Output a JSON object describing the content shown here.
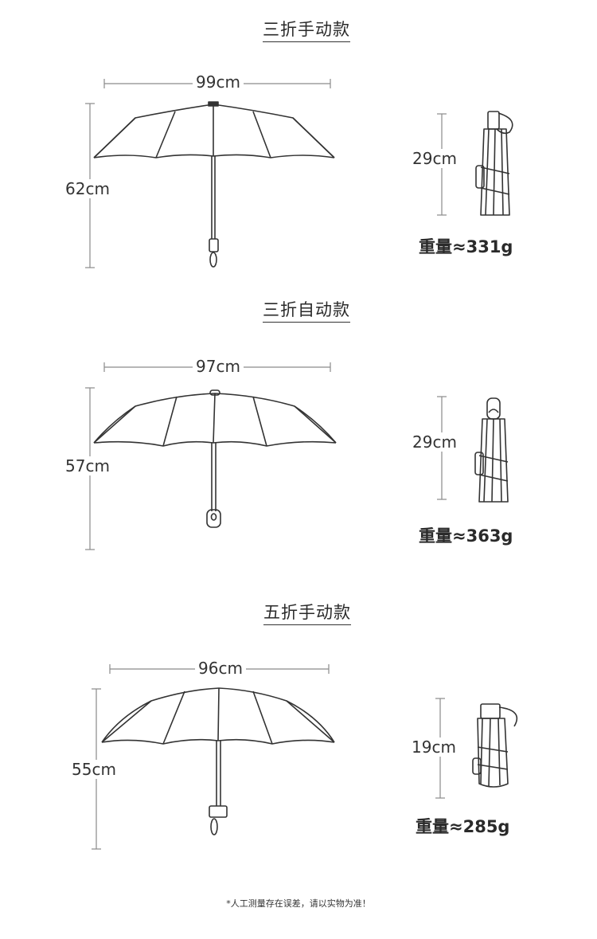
{
  "sections": [
    {
      "title": "三折手动款",
      "width": "99cm",
      "height": "62cm",
      "folded_length": "29cm",
      "weight": "重量≈331g"
    },
    {
      "title": "三折自动款",
      "width": "97cm",
      "height": "57cm",
      "folded_length": "29cm",
      "weight": "重量≈363g"
    },
    {
      "title": "五折手动款",
      "width": "96cm",
      "height": "55cm",
      "folded_length": "19cm",
      "weight": "重量≈285g"
    }
  ],
  "footnote": "*人工测量存在误差，请以实物为准！",
  "colors": {
    "line": "#333333",
    "dim_line": "#8a8a8a",
    "text": "#2a2a2a"
  }
}
